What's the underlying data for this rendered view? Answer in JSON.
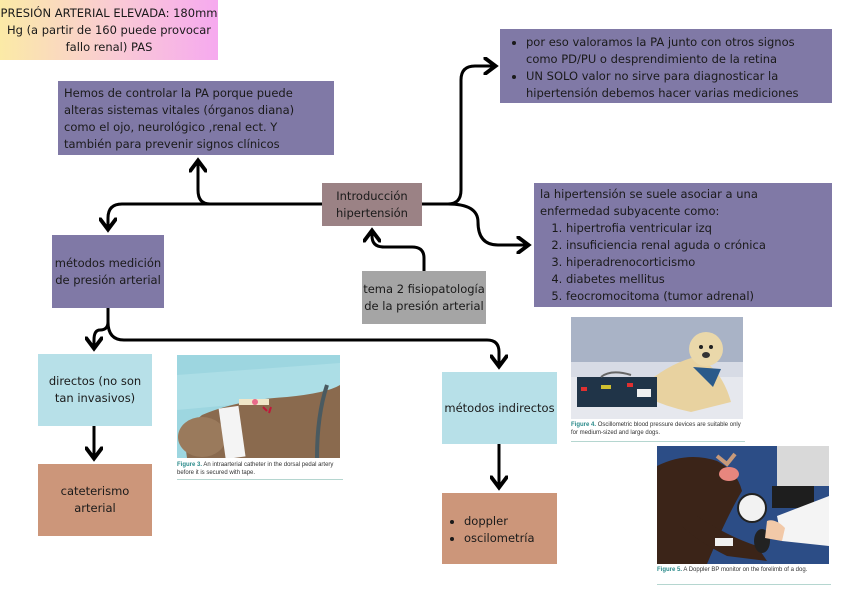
{
  "title_box": {
    "lines": [
      "PRESIÓN ARTERIAL ELEVADA: 180mm",
      "Hg (a partir de 160 puede provocar",
      "fallo renal) PAS"
    ]
  },
  "control_box": {
    "text": "Hemos de controlar la PA porque puede alteras sistemas vitales (órganos diana) como el ojo, neurológico ,renal ect.  Y también para  prevenir signos clínicos"
  },
  "bullets_box": {
    "items": [
      "por eso valoramos la PA junto con otros signos como PD/PU o desprendimiento de la retina",
      "UN SOLO valor no sirve para diagnosticar la hipertensión debemos hacer varias mediciones"
    ]
  },
  "intro_box": {
    "lines": [
      "Introducción",
      "hipertensión"
    ]
  },
  "assoc_box": {
    "intro": "la hipertensión se suele asociar a una enfermedad subyacente como:",
    "items": [
      "hipertrofia ventricular izq",
      "insuficiencia renal aguda o crónica",
      "hiperadrenocorticismo",
      "diabetes mellitus",
      "feocromocitoma (tumor adrenal)"
    ]
  },
  "tema_box": {
    "lines": [
      "tema 2 fisiopatología",
      "de la presión arterial"
    ]
  },
  "metodos_box": {
    "lines": [
      "métodos medición",
      "de presión arterial"
    ]
  },
  "directos_box": {
    "lines": [
      "directos (no son",
      "tan invasivos)"
    ]
  },
  "cateter_box": {
    "lines": [
      "cateterismo",
      "arterial"
    ]
  },
  "indirectos_box": {
    "text": "métodos indirectos"
  },
  "indirect_children": {
    "items": [
      "doppler",
      "oscilometría"
    ]
  },
  "figures": [
    {
      "label": "Figure 3.",
      "caption": "An intraarterial catheter in the dorsal pedal artery before it is secured with tape."
    },
    {
      "label": "Figure 4.",
      "caption": "Oscillometric blood pressure devices are suitable only for medium-sized and large dogs."
    },
    {
      "label": "Figure 5.",
      "caption": "A Doppler BP monitor on the forelimb of a dog."
    }
  ],
  "colors": {
    "purple": "#8079a6",
    "mauve": "#9b8285",
    "grey": "#a5a5a5",
    "cyan": "#b7e0e8",
    "brown": "#cc967a"
  }
}
